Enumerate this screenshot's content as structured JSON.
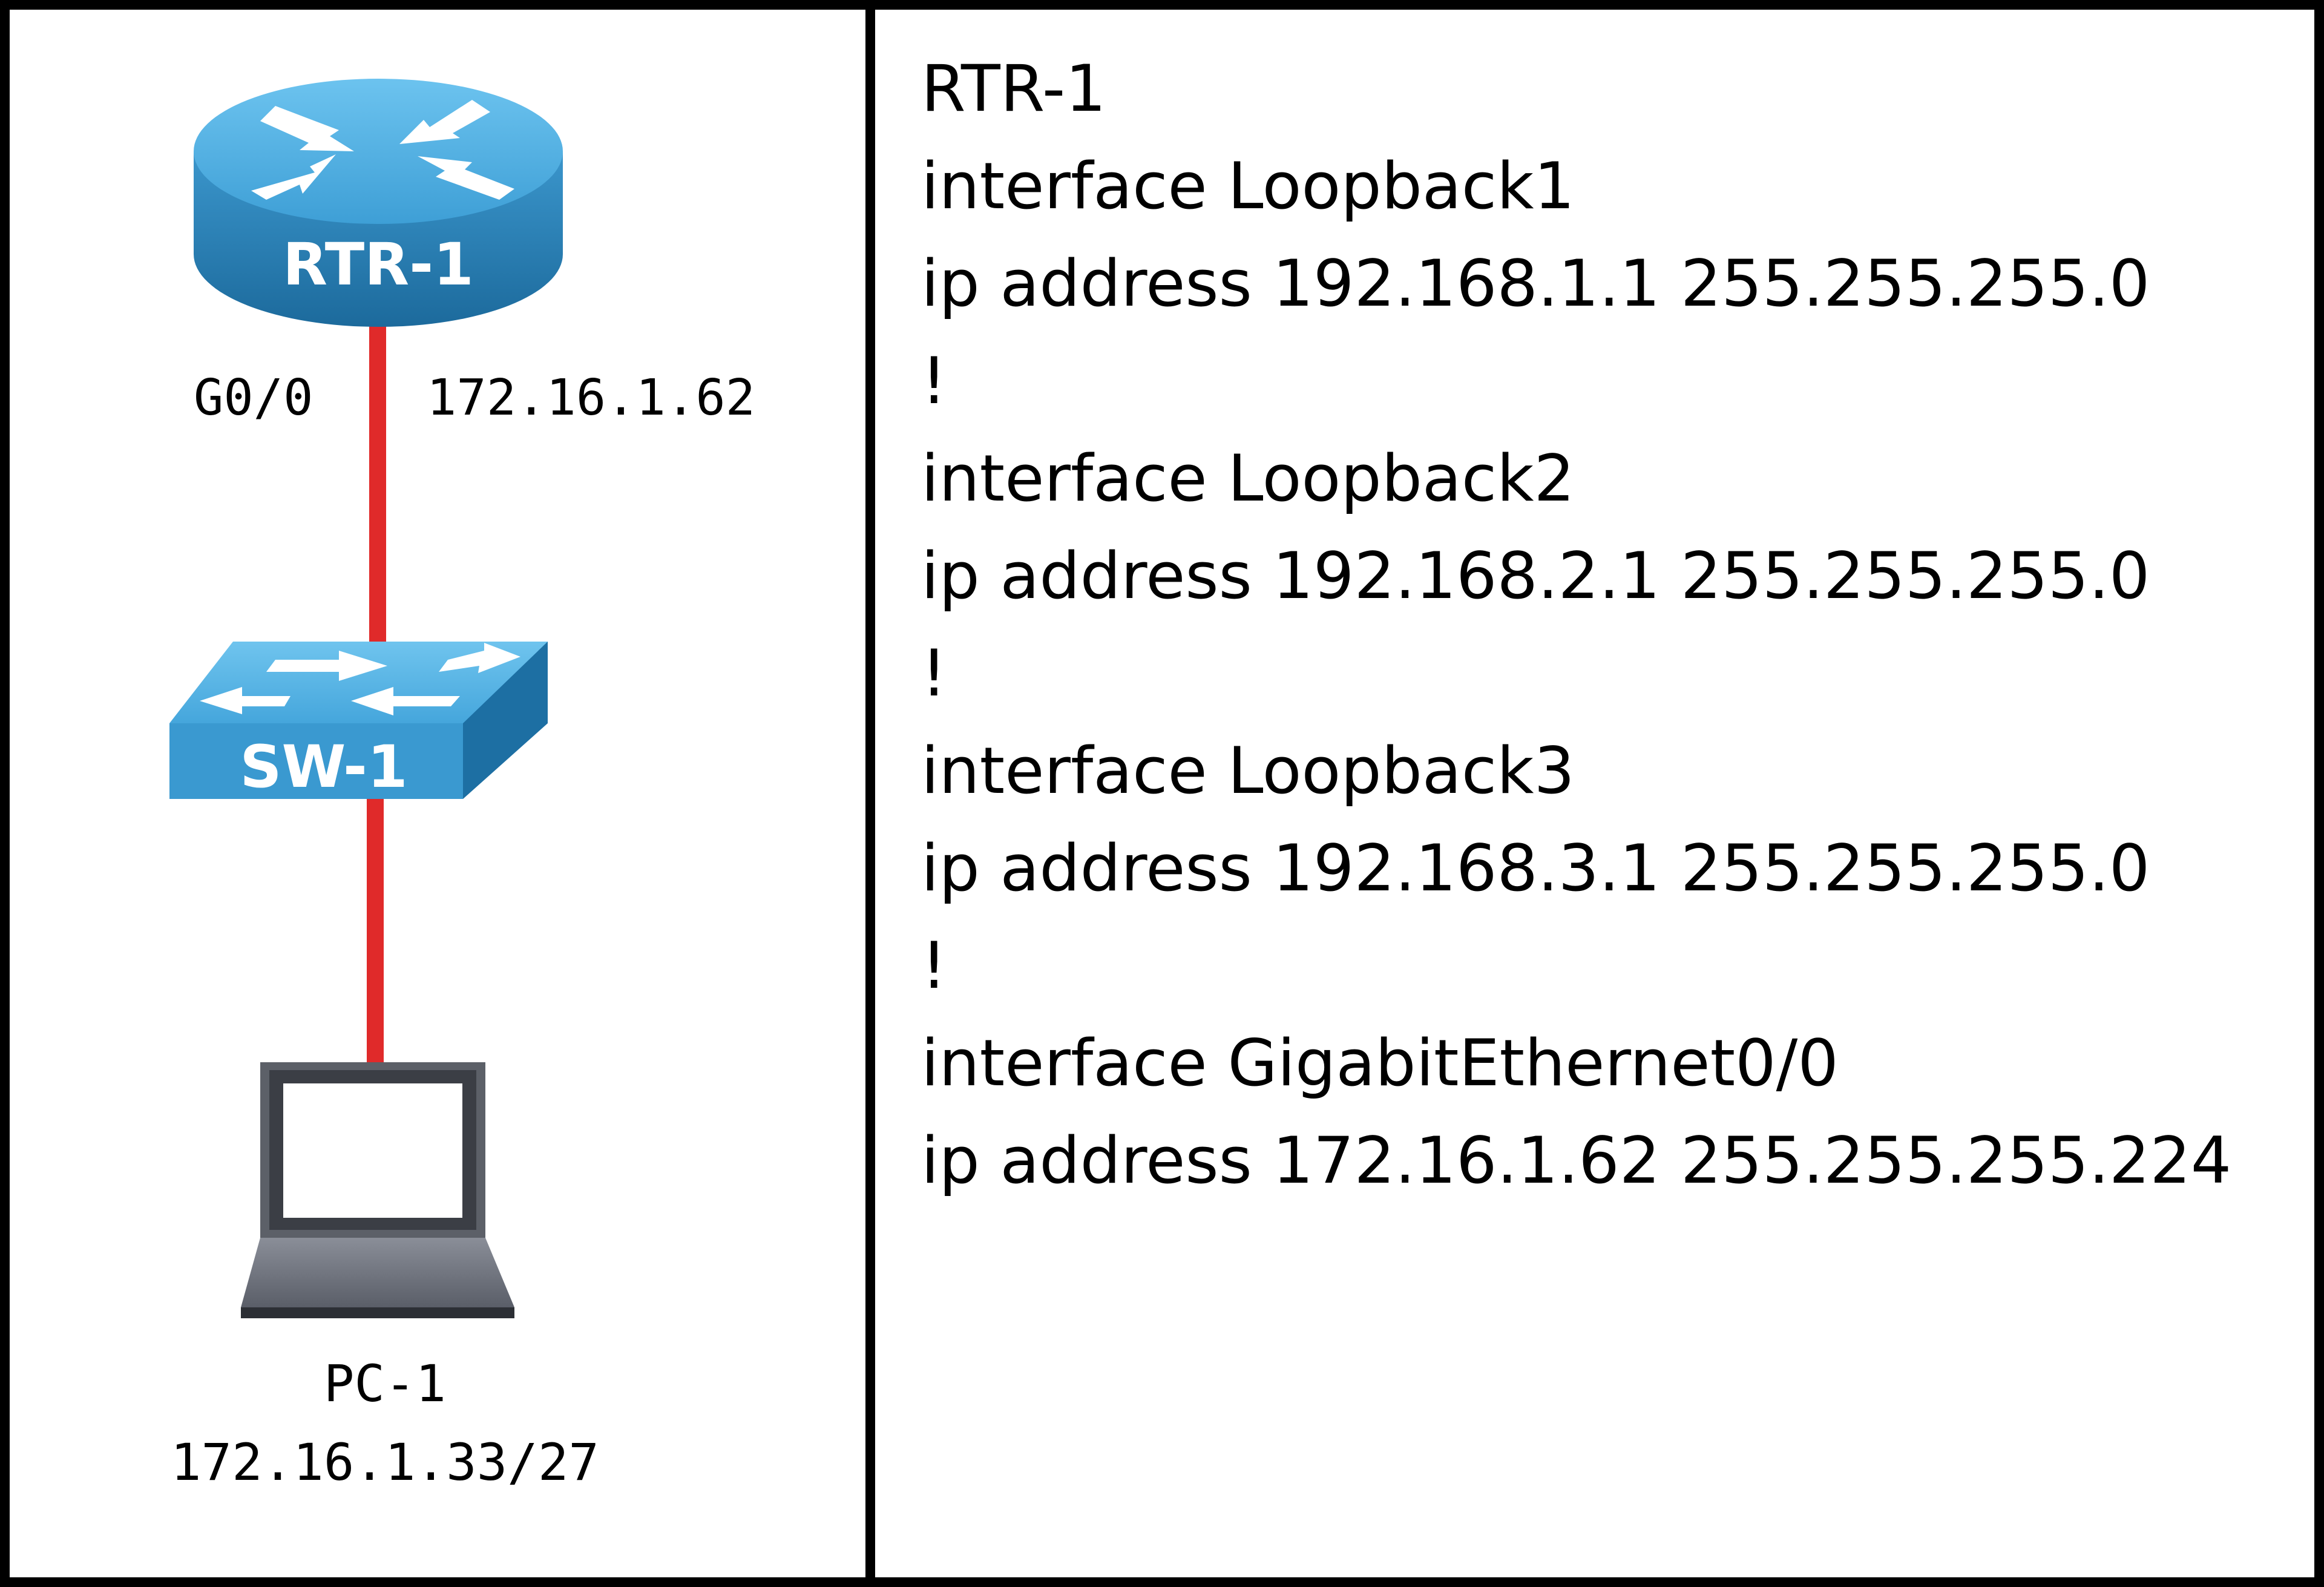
{
  "topology": {
    "router": {
      "name": "RTR-1",
      "interface": "G0/0",
      "ip": "172.16.1.62"
    },
    "switch": {
      "name": "SW-1"
    },
    "pc": {
      "name": "PC-1",
      "ip": "172.16.1.33/27"
    },
    "link_color": "#e02a2a",
    "device_color": "#3d9fd8"
  },
  "config": {
    "lines": [
      "RTR-1",
      "interface Loopback1",
      "ip address 192.168.1.1 255.255.255.0",
      "!",
      "interface Loopback2",
      "ip address 192.168.2.1 255.255.255.0",
      "!",
      "interface Loopback3",
      "ip address 192.168.3.1 255.255.255.0",
      "!",
      "interface GigabitEthernet0/0",
      "ip address 172.16.1.62 255.255.255.224"
    ]
  }
}
